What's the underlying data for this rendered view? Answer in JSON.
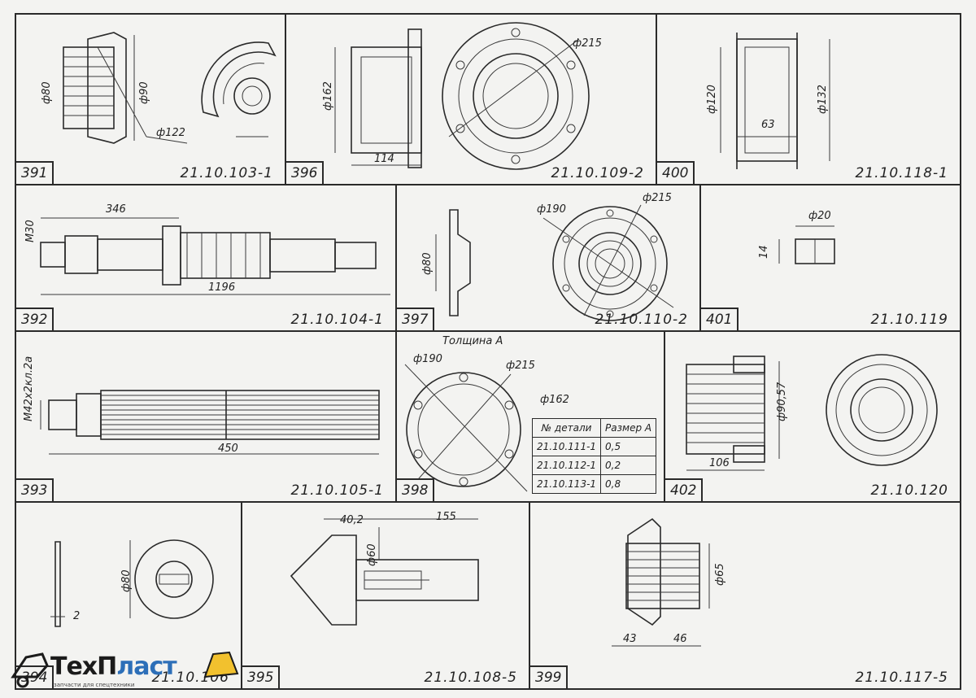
{
  "drawings": [
    {
      "id": "391",
      "code": "21.10.103-1",
      "dims": [
        "ф80",
        "ф90",
        "ф122"
      ]
    },
    {
      "id": "396",
      "code": "21.10.109-2",
      "dims": [
        "ф162",
        "114",
        "ф215"
      ]
    },
    {
      "id": "400",
      "code": "21.10.118-1",
      "dims": [
        "ф120",
        "ф132",
        "63"
      ]
    },
    {
      "id": "392",
      "code": "21.10.104-1",
      "dims": [
        "М30",
        "346",
        "1196"
      ]
    },
    {
      "id": "397",
      "code": "21.10.110-2",
      "dims": [
        "ф80",
        "ф190",
        "ф215"
      ]
    },
    {
      "id": "401",
      "code": "21.10.119",
      "dims": [
        "ф20",
        "14"
      ]
    },
    {
      "id": "393",
      "code": "21.10.105-1",
      "dims": [
        "М42х2кл.2а",
        "450"
      ]
    },
    {
      "id": "398",
      "code": "",
      "dims": [
        "Толщина А",
        "ф190",
        "ф215",
        "ф162"
      ]
    },
    {
      "id": "402",
      "code": "21.10.120",
      "dims": [
        "ф90,57",
        "106"
      ]
    },
    {
      "id": "394",
      "code": "21.10.106",
      "dims": [
        "ф80",
        "2"
      ]
    },
    {
      "id": "395",
      "code": "21.10.108-5",
      "dims": [
        "40,2",
        "155",
        "ф60"
      ]
    },
    {
      "id": "399",
      "code": "21.10.117-5",
      "dims": [
        "ф65",
        "43",
        "46"
      ]
    }
  ],
  "spec_table": {
    "headers": [
      "№ детали",
      "Размер А"
    ],
    "rows": [
      [
        "21.10.111-1",
        "0,5"
      ],
      [
        "21.10.112-1",
        "0,2"
      ],
      [
        "21.10.113-1",
        "0,8"
      ]
    ]
  },
  "logo": {
    "brand_left": "ТехП",
    "brand_right": "ласт",
    "tagline": "запчасти для спецтехники"
  }
}
